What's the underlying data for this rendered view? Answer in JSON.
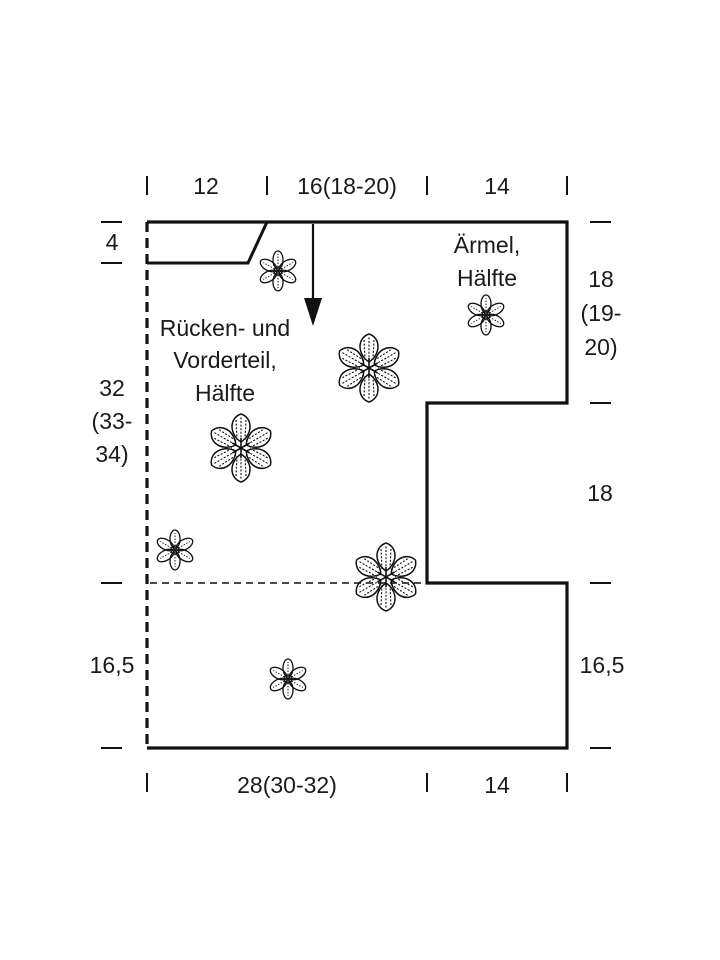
{
  "dimensions": {
    "top": {
      "left": "12",
      "middle": "16(18-20)",
      "right": "14"
    },
    "bottom": {
      "left": "28(30-32)",
      "right": "14"
    },
    "left": {
      "neck": "4",
      "body_line1": "32",
      "body_line2": "(33-",
      "body_line3": "34)",
      "lower": "16,5"
    },
    "right": {
      "upper_line1": "18",
      "upper_line2": "(19-",
      "upper_line3": "20)",
      "middle": "18",
      "lower": "16,5"
    }
  },
  "pieces": {
    "body_line1": "Rücken- und",
    "body_line2": "Vorderteil,",
    "body_line3": "Hälfte",
    "sleeve_line1": "Ärmel,",
    "sleeve_line2": "Hälfte"
  },
  "motifs": [
    {
      "icon": "small-flower-icon"
    },
    {
      "icon": "large-flower-icon"
    },
    {
      "icon": "small-flower-icon"
    },
    {
      "icon": "large-flower-icon"
    },
    {
      "icon": "small-flower-icon"
    },
    {
      "icon": "large-flower-icon"
    },
    {
      "icon": "small-flower-icon"
    }
  ],
  "colors": {
    "line": "#111111",
    "text": "#1a1a1a",
    "background": "#ffffff"
  }
}
